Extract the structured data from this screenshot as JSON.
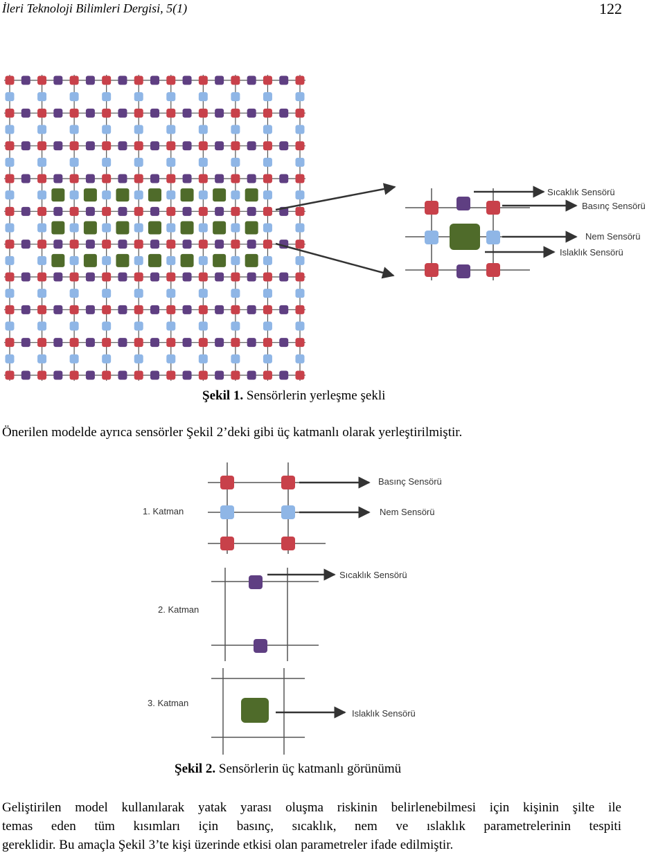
{
  "header": {
    "journal": "İleri Teknoloji Bilimleri Dergisi, 5(1)",
    "page_number": "122"
  },
  "colors": {
    "pressure_red": "#c8414a",
    "humidity_blue": "#8fb6e6",
    "temperature_purple": "#5f3f82",
    "wetness_green": "#4f6b2a",
    "grid_line": "#555555"
  },
  "figure1": {
    "caption_bold": "Şekil 1.",
    "caption_text": " Sensörlerin yerleşme şekli",
    "labels": {
      "temperature": "Sıcaklık Sensörü",
      "pressure": "Basınç Sensörü",
      "humidity": "Nem Sensörü",
      "wetness": "Islaklık Sensörü"
    }
  },
  "paragraph1": "Önerilen modelde ayrıca sensörler Şekil 2’deki gibi üç katmanlı olarak yerleştirilmiştir.",
  "figure2": {
    "caption_bold": "Şekil 2.",
    "caption_text": " Sensörlerin üç katmanlı görünümü",
    "layer1_label": "1.  Katman",
    "layer2_label": "2.  Katman",
    "layer3_label": "3.  Katman",
    "pressure_label": "Basınç Sensörü",
    "humidity_label": "Nem Sensörü",
    "temperature_label": "Sıcaklık Sensörü",
    "wetness_label": "Islaklık Sensörü"
  },
  "paragraph2": {
    "line1": "Geliştirilen model kullanılarak yatak yarası oluşma riskinin belirlenebilmesi için kişinin şilte ile",
    "line2": "temas eden tüm kısımları için basınç, sıcaklık, nem ve ıslaklık parametrelerinin tespiti",
    "line3": "gereklidir. Bu amaçla Şekil 3’te kişi üzerinde etkisi olan parametreler ifade edilmiştir."
  }
}
